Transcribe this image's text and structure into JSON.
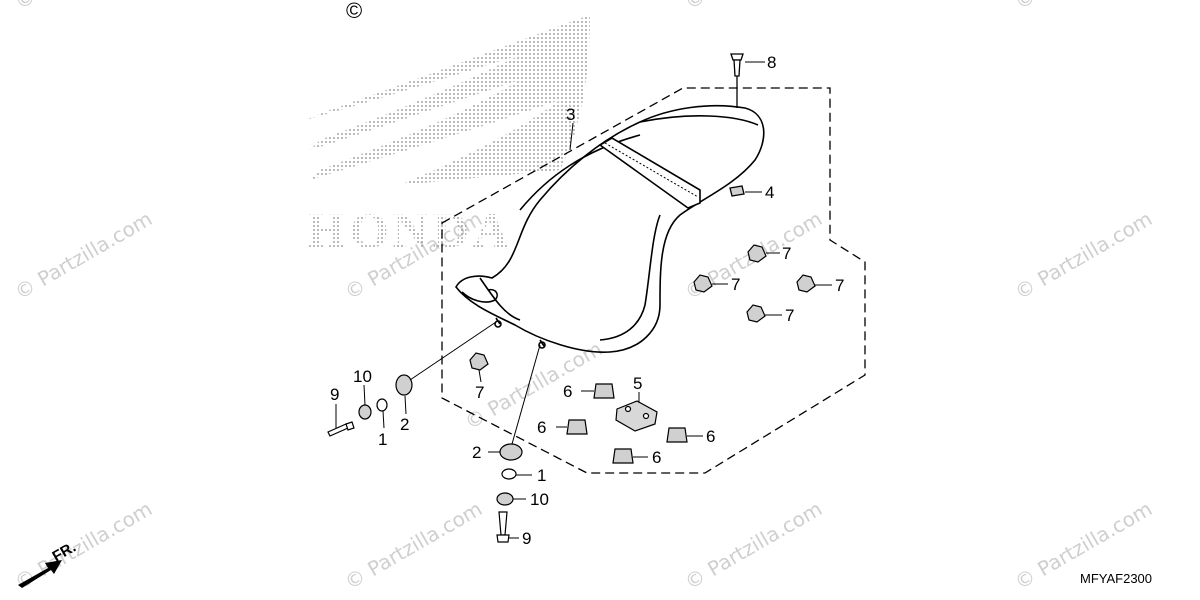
{
  "brand": {
    "text": "HONDA"
  },
  "copyright": "©",
  "watermarks": [
    "© Partzilla.com",
    "© Partzilla.com",
    "© Partzilla.com",
    "© Partzilla.com",
    "© Partzilla.com",
    "© Partzilla.com",
    "© Partzilla.com",
    "© Partzilla.com",
    "© Partzilla.com",
    "© Partzilla.com",
    "© Partzilla.com",
    "© Partzilla.com"
  ],
  "callouts": {
    "c1a": "1",
    "c1b": "1",
    "c2a": "2",
    "c2b": "2",
    "c3": "3",
    "c4": "4",
    "c5": "5",
    "c6a": "6",
    "c6b": "6",
    "c6c": "6",
    "c6d": "6",
    "c7a": "7",
    "c7b": "7",
    "c7c": "7",
    "c7d": "7",
    "c7e": "7",
    "c8": "8",
    "c9a": "9",
    "c9b": "9",
    "c10a": "10",
    "c10b": "10"
  },
  "front_marker": "FR.",
  "diagram_code": "MFYAF2300",
  "colors": {
    "line": "#000000",
    "watermark": "#cfcfcf",
    "logo_dots": "#8a8a8a"
  }
}
